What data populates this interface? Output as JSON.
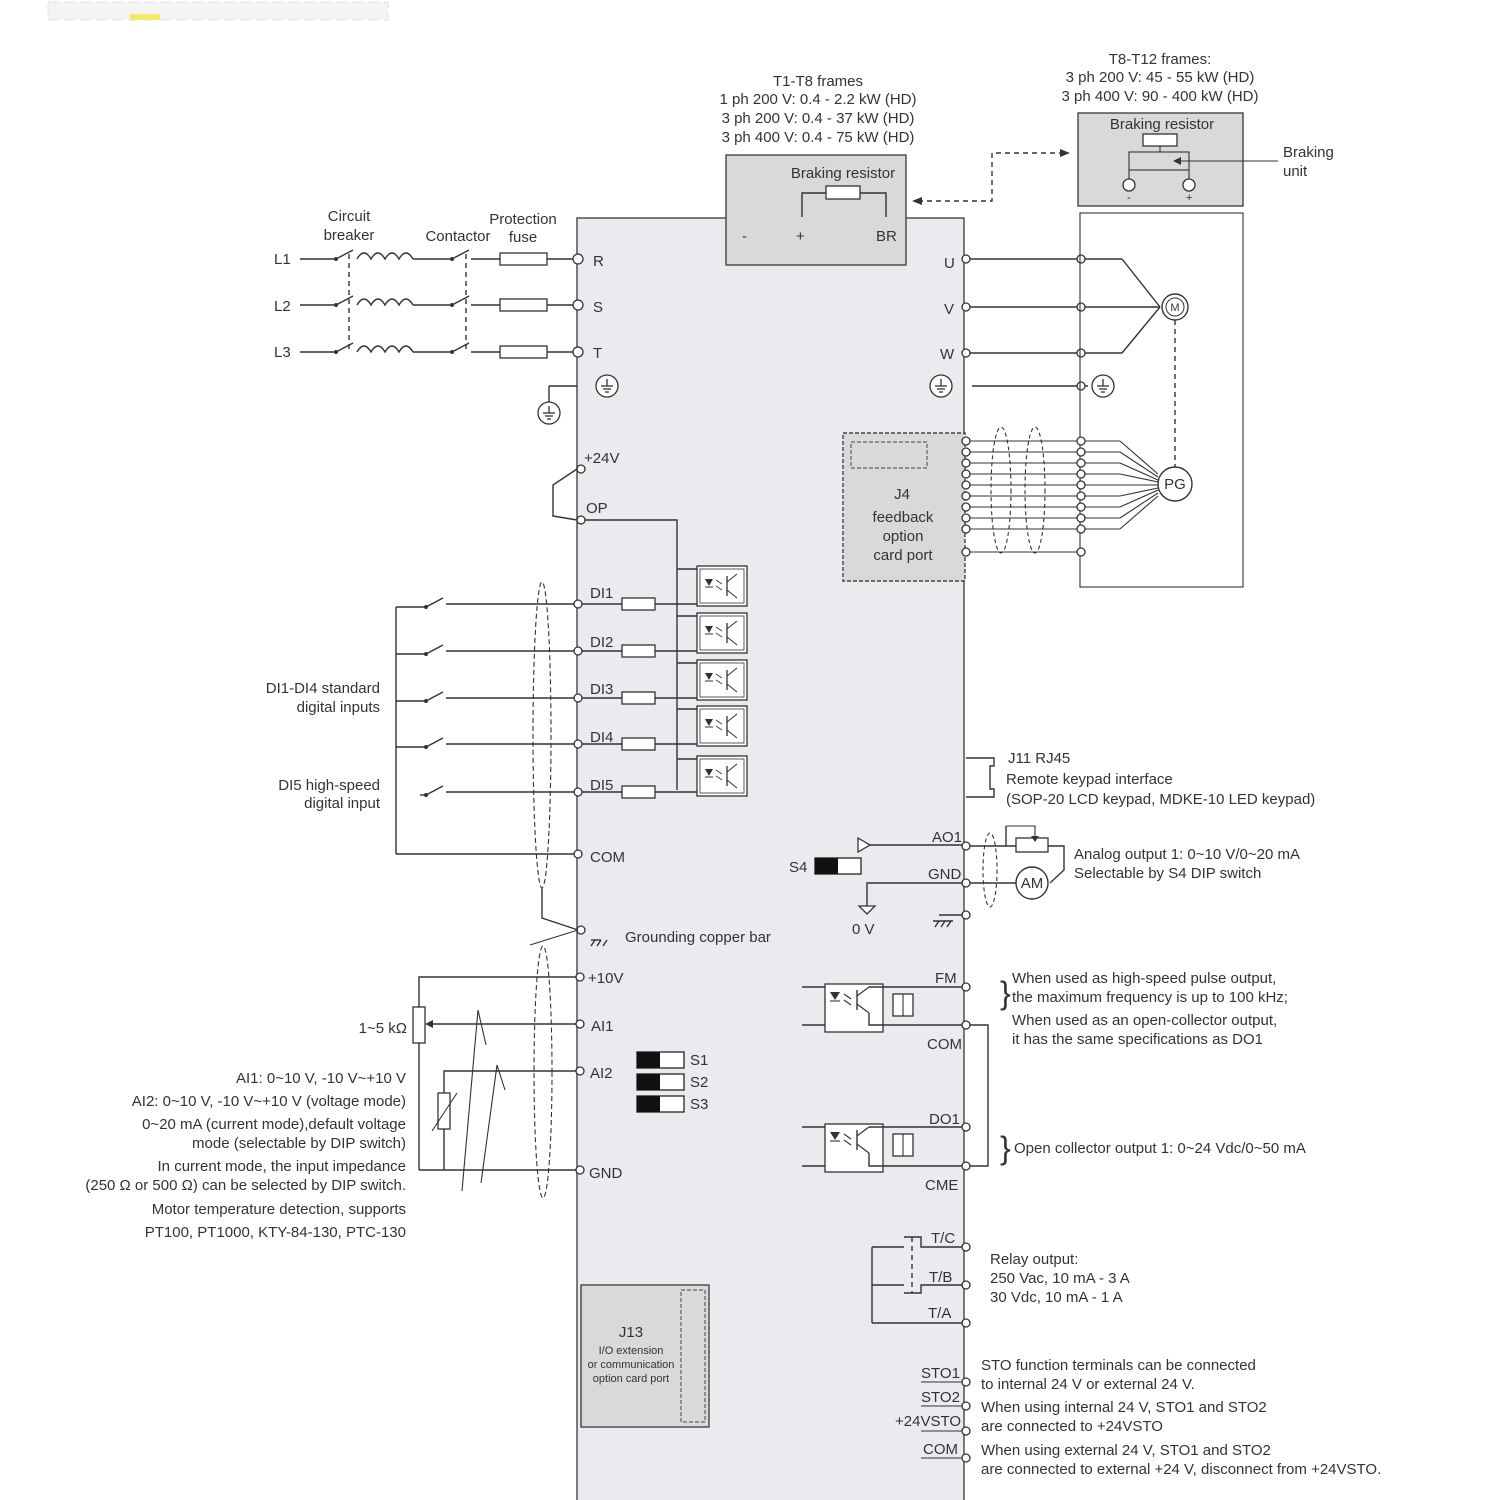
{
  "frames_small": {
    "title": "T1-T8 frames",
    "line1": "1 ph 200 V: 0.4 - 2.2 kW (HD)",
    "line2": "3 ph 200 V: 0.4 - 37 kW (HD)",
    "line3": "3 ph 400 V: 0.4 - 75 kW (HD)",
    "resistor_label": "Braking resistor",
    "term_minus": "-",
    "term_plus": "+",
    "term_br": "BR"
  },
  "frames_large": {
    "title": "T8-T12 frames:",
    "line1": "3 ph 200 V: 45 - 55 kW (HD)",
    "line2": "3 ph 400 V: 90 - 400 kW (HD)",
    "resistor_label": "Braking resistor",
    "unit_label_1": "Braking",
    "unit_label_2": "unit",
    "term_minus": "-",
    "term_plus": "+"
  },
  "input": {
    "breaker_1": "Circuit",
    "breaker_2": "breaker",
    "contactor": "Contactor",
    "fuse_1": "Protection",
    "fuse_2": "fuse",
    "lines": [
      "L1",
      "L2",
      "L3"
    ],
    "terminals": [
      "R",
      "S",
      "T"
    ]
  },
  "motor": {
    "terminals": [
      "U",
      "V",
      "W"
    ],
    "motor_symbol": "M",
    "encoder_symbol": "PG"
  },
  "j4": {
    "line1": "J4",
    "line2": "feedback",
    "line3": "option",
    "line4": "card port"
  },
  "digital": {
    "p24": "+24V",
    "op": "OP",
    "inputs": [
      "DI1",
      "DI2",
      "DI3",
      "DI4",
      "DI5"
    ],
    "com": "COM",
    "std_label_1": "DI1-DI4 standard",
    "std_label_2": "digital inputs",
    "hs_label_1": "DI5 high-speed",
    "hs_label_2": "digital input",
    "ground_bar": "Grounding copper bar"
  },
  "analog_in": {
    "p10": "+10V",
    "ai1": "AI1",
    "ai2": "AI2",
    "gnd": "GND",
    "pot": "1~5 kΩ",
    "switches": [
      "S1",
      "S2",
      "S3"
    ],
    "notes": [
      "AI1: 0~10 V, -10 V~+10 V",
      "AI2: 0~10 V, -10 V~+10 V (voltage mode)",
      "0~20 mA (current mode),default voltage",
      "mode (selectable by DIP switch)",
      "In current mode, the input impedance",
      "(250 Ω or 500 Ω) can be selected by DIP switch.",
      "Motor temperature detection, supports",
      "PT100, PT1000, KTY-84-130, PTC-130"
    ]
  },
  "j11": {
    "line1": "J11 RJ45",
    "line2": "Remote keypad interface",
    "line3": "(SOP-20 LCD keypad, MDKE-10 LED keypad)"
  },
  "analog_out": {
    "ao1": "AO1",
    "gnd": "GND",
    "s4": "S4",
    "zero_v": "0 V",
    "meter": "AM",
    "note1": "Analog output 1: 0~10 V/0~20 mA",
    "note2": "Selectable by S4 DIP switch"
  },
  "pulse_out": {
    "fm": "FM",
    "com": "COM",
    "note1": "When used as high-speed pulse output,",
    "note2": "the maximum frequency is up to 100 kHz;",
    "note3": "When used as an open-collector output,",
    "note4": "it has the same specifications as DO1"
  },
  "do_out": {
    "do1": "DO1",
    "cme": "CME",
    "note": "Open collector output 1: 0~24 Vdc/0~50 mA"
  },
  "relay": {
    "tc": "T/C",
    "tb": "T/B",
    "ta": "T/A",
    "note1": "Relay output:",
    "note2": "250 Vac, 10 mA - 3 A",
    "note3": "30 Vdc, 10 mA - 1 A"
  },
  "sto": {
    "sto1": "STO1",
    "sto2": "STO2",
    "p24vsto": "+24VSTO",
    "com": "COM",
    "notes": [
      "STO function terminals can be connected",
      "to internal 24 V or external 24 V.",
      "When using internal 24 V, STO1 and STO2",
      "are connected to +24VSTO",
      "When using external 24 V, STO1 and STO2",
      "are connected to external +24 V, disconnect from +24VSTO."
    ]
  },
  "j13": {
    "line1": "J13",
    "line2": "I/O extension",
    "line3": "or communication",
    "line4": "option card port"
  }
}
